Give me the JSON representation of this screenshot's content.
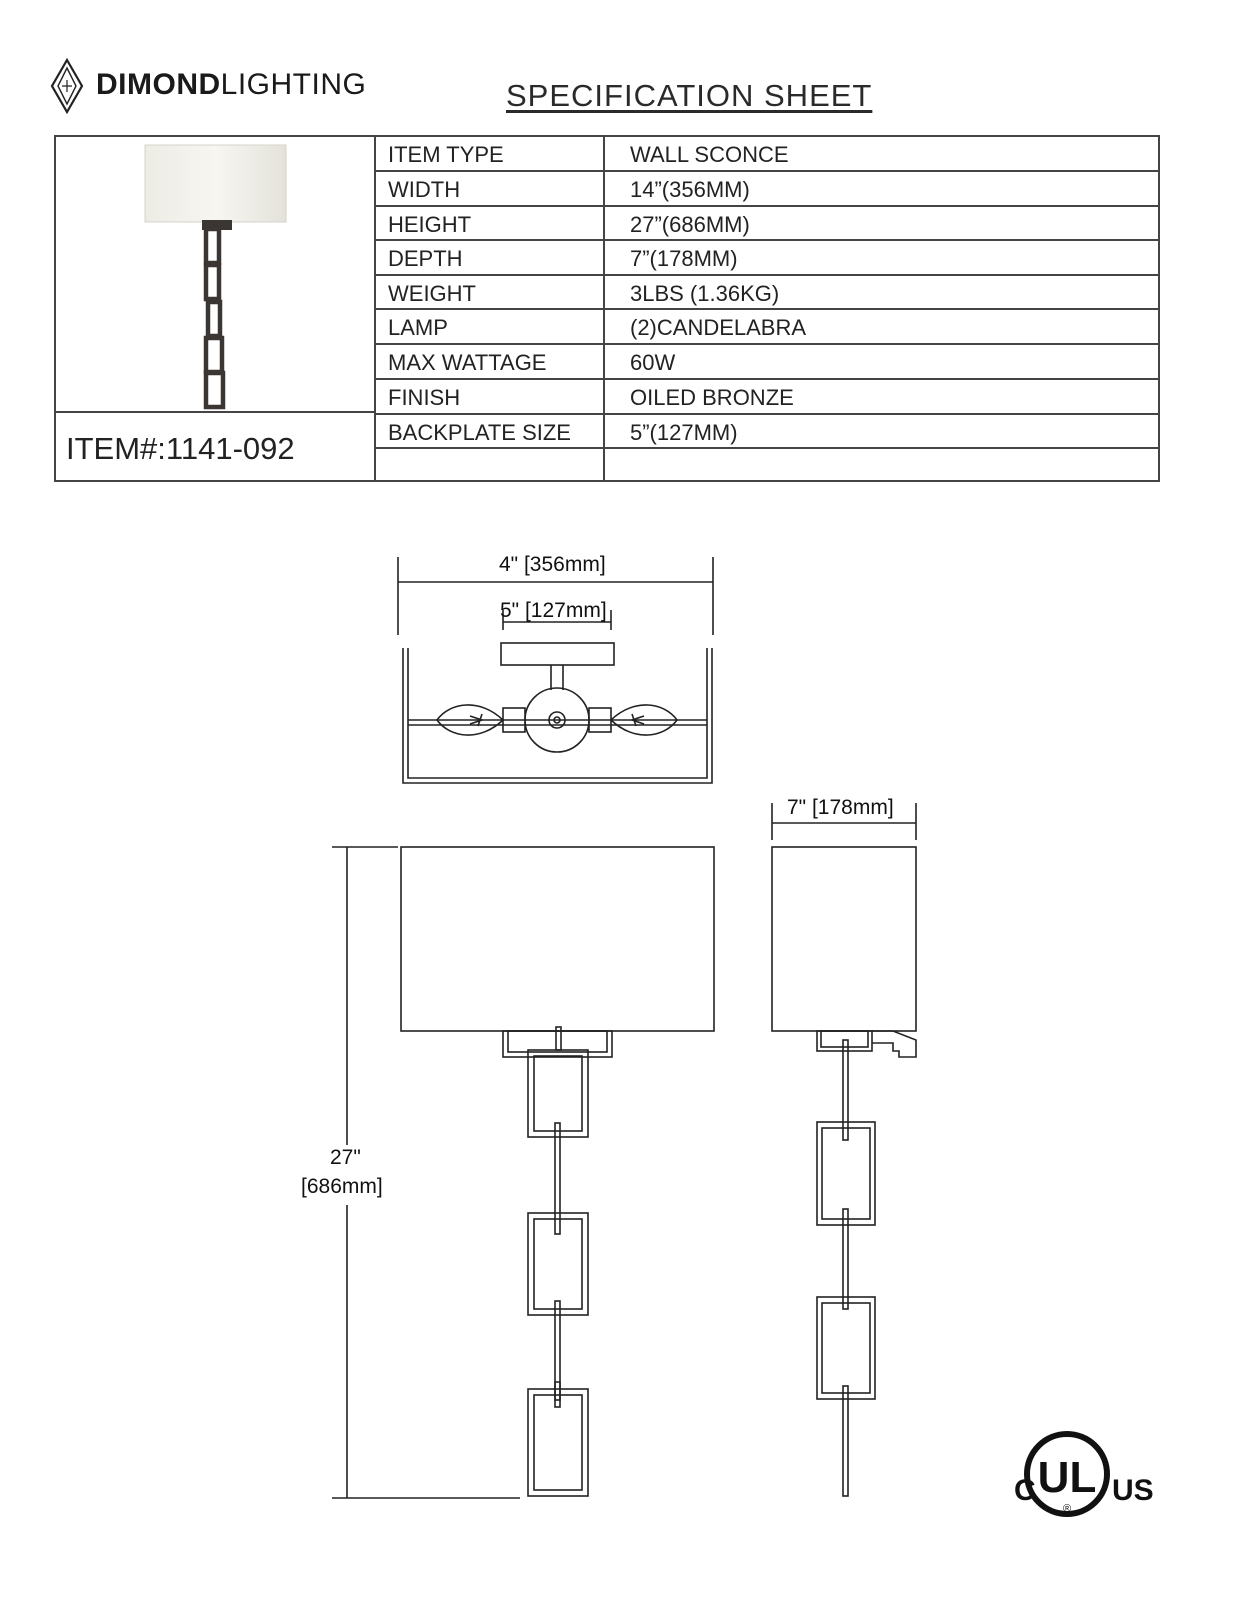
{
  "brand": {
    "bold": "DIMOND",
    "light": "LIGHTING"
  },
  "title": "SPECIFICATION  SHEET",
  "item_number": "ITEM#:1141-092",
  "specs": [
    {
      "label": "ITEM TYPE",
      "value": "WALL SCONCE"
    },
    {
      "label": "WIDTH",
      "value": "14”(356MM)"
    },
    {
      "label": "HEIGHT",
      "value": "27”(686MM)"
    },
    {
      "label": "DEPTH",
      "value": "7”(178MM)"
    },
    {
      "label": "WEIGHT",
      "value": "3LBS (1.36KG)"
    },
    {
      "label": "LAMP",
      "value": "(2)CANDELABRA"
    },
    {
      "label": "MAX WATTAGE",
      "value": "60W"
    },
    {
      "label": "FINISH",
      "value": "OILED BRONZE"
    },
    {
      "label": "BACKPLATE SIZE",
      "value": "5”(127MM)"
    },
    {
      "label": "",
      "value": ""
    }
  ],
  "dimensions": {
    "width_label": "4\" [356mm]",
    "backplate_label": "5\" [127mm]",
    "depth_label": "7\" [178mm]",
    "height_label_in": "27\"",
    "height_label_mm": "[686mm]"
  },
  "certification": {
    "left": "C",
    "center": "UL",
    "right": "US",
    "registered": "®"
  },
  "colors": {
    "line": "#222222",
    "shade": "#f1efe8",
    "bronze": "#3b3633"
  }
}
